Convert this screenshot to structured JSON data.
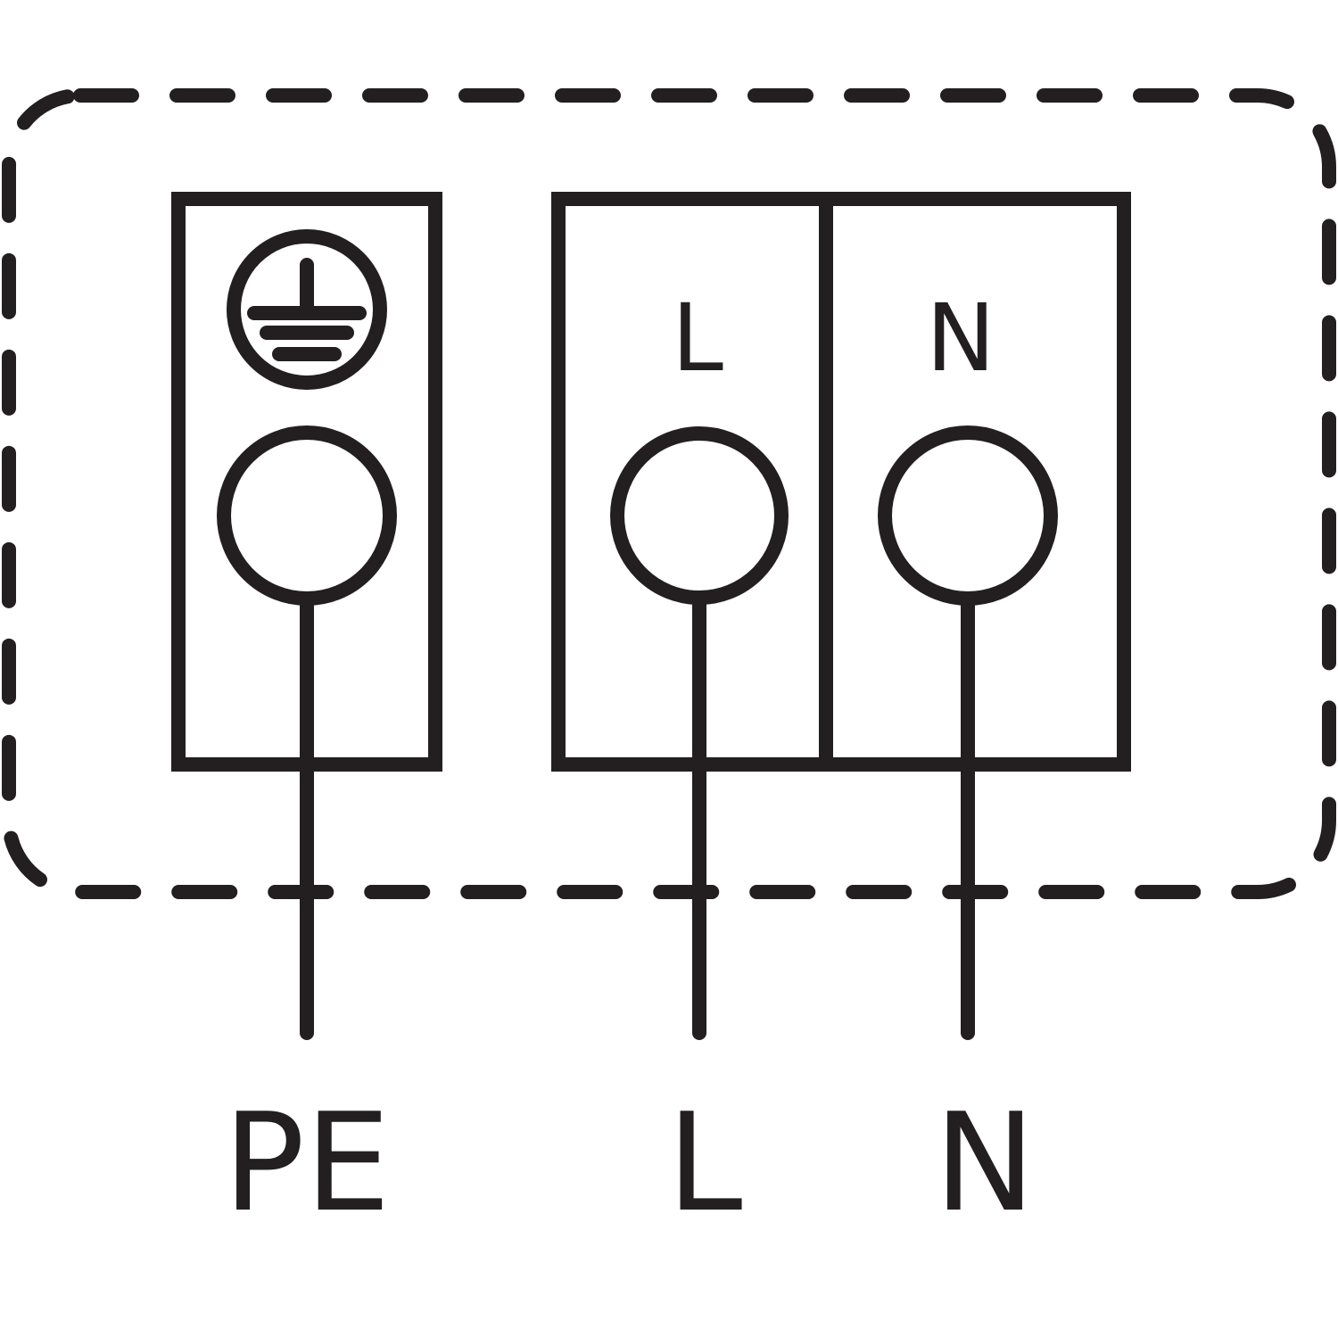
{
  "terminals": {
    "inner_labels": {
      "live": "L",
      "neutral": "N"
    }
  },
  "wires": {
    "labels": {
      "earth": "PE",
      "live": "L",
      "neutral": "N"
    }
  },
  "icons": {
    "earth_symbol": "protective-earth-icon"
  },
  "colors": {
    "line": "#231f20",
    "background": "#ffffff"
  }
}
